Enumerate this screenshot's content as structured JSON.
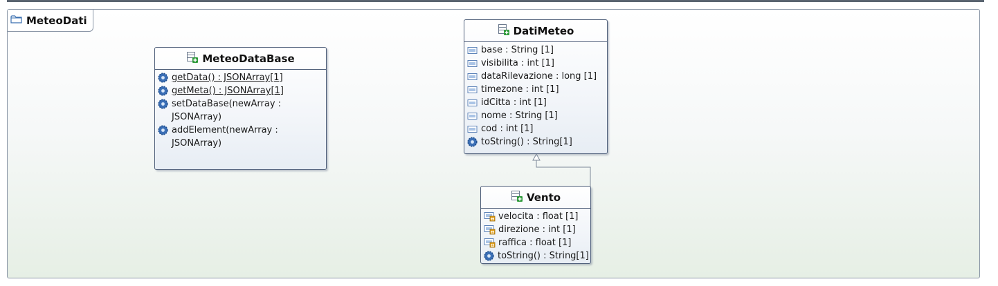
{
  "package": {
    "name": "MeteoDati",
    "icon": "folder-icon"
  },
  "classes": {
    "meteoDataBase": {
      "name": "MeteoDataBase",
      "members": [
        {
          "text": "getData() : JSONArray[1]",
          "kind": "operation",
          "static": true
        },
        {
          "text": "getMeta() : JSONArray[1]",
          "kind": "operation",
          "static": true
        },
        {
          "text": "setDataBase(newArray : JSONArray)",
          "kind": "operation",
          "static": false
        },
        {
          "text": "addElement(newArray : JSONArray)",
          "kind": "operation",
          "static": false
        }
      ]
    },
    "datiMeteo": {
      "name": "DatiMeteo",
      "members": [
        {
          "text": "base : String [1]",
          "kind": "attribute"
        },
        {
          "text": "visibilita : int [1]",
          "kind": "attribute"
        },
        {
          "text": "dataRilevazione : long [1]",
          "kind": "attribute"
        },
        {
          "text": "timezone : int [1]",
          "kind": "attribute"
        },
        {
          "text": "idCitta : int [1]",
          "kind": "attribute"
        },
        {
          "text": "nome : String [1]",
          "kind": "attribute"
        },
        {
          "text": "cod : int [1]",
          "kind": "attribute"
        },
        {
          "text": "toString() : String[1]",
          "kind": "operation"
        }
      ]
    },
    "vento": {
      "name": "Vento",
      "members": [
        {
          "text": "velocita : float [1]",
          "kind": "protected-attribute"
        },
        {
          "text": "direzione : int [1]",
          "kind": "protected-attribute"
        },
        {
          "text": "raffica : float [1]",
          "kind": "protected-attribute"
        },
        {
          "text": "toString() : String[1]",
          "kind": "operation"
        }
      ]
    }
  },
  "relations": [
    {
      "type": "generalization",
      "from": "Vento",
      "to": "DatiMeteo"
    }
  ],
  "colors": {
    "border": "#4f5f7a",
    "operation": "#3b6fb6",
    "attribute": "#5d83b8",
    "classIconPlus": "#2e9a3a"
  }
}
